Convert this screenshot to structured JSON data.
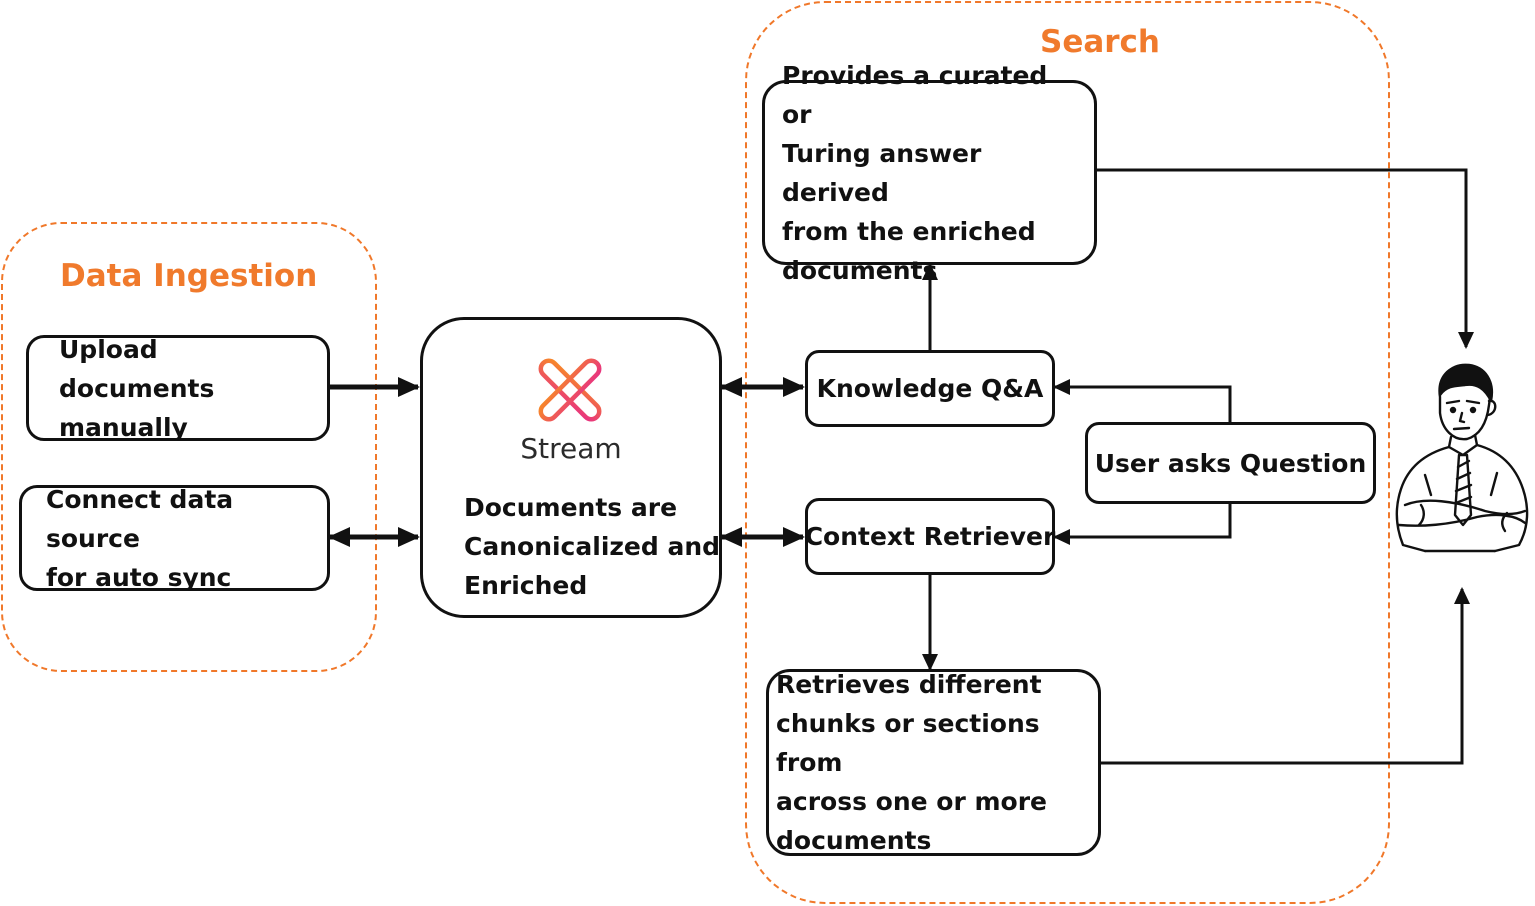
{
  "groups": {
    "ingestion_title": "Data Ingestion",
    "search_title": "Search"
  },
  "nodes": {
    "upload": [
      "Upload documents",
      "manually"
    ],
    "connect": [
      "Connect data source",
      "for auto sync"
    ],
    "hub_name": "Stream",
    "hub_text": [
      "Documents are",
      "Canonicalized and",
      "Enriched"
    ],
    "knowledge_qa": "Knowledge Q&A",
    "user_question": "User asks Question",
    "context_retriever": "Context Retriever",
    "curated_answer": [
      "Provides a curated or",
      "Turing answer derived",
      "from the enriched",
      "documents"
    ],
    "retrieves_chunks": [
      "Retrieves different",
      "chunks or sections from",
      "across one or more",
      "documents"
    ]
  },
  "colors": {
    "accent": "#f07a2c",
    "stroke": "#111111",
    "logo_gradient": [
      "#f7862a",
      "#e8357e"
    ]
  },
  "icons": {
    "logo": "stream-x-logo",
    "user": "user-crossed-arms-illustration"
  }
}
